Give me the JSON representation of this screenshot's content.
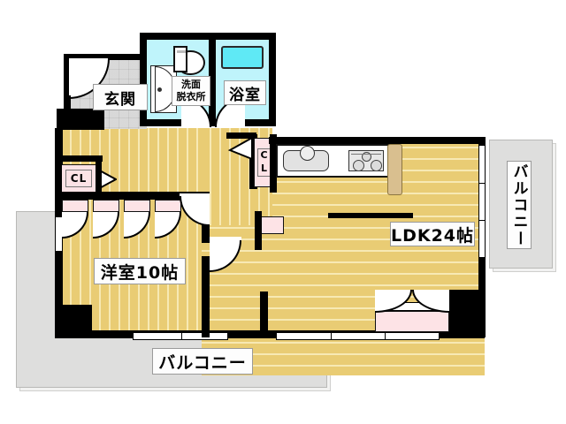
{
  "plan": {
    "type": "real-estate-floor-plan",
    "unit_layout": "1LDK",
    "rooms": [
      {
        "key": "genkan",
        "label": "玄関",
        "romaji": "entrance",
        "floor": "tile"
      },
      {
        "key": "washroom",
        "label": "洗面\n脱衣所",
        "romaji": "washroom-dressing-room",
        "floor": "water"
      },
      {
        "key": "bath",
        "label": "浴室",
        "romaji": "bathroom",
        "floor": "water"
      },
      {
        "key": "bedroom",
        "label": "洋室10帖",
        "romaji": "western-room-10-jo",
        "size_jo": 10,
        "floor": "wood-vertical"
      },
      {
        "key": "ldk",
        "label": "LDK24帖",
        "romaji": "living-dining-kitchen-24-jo",
        "size_jo": 24,
        "floor": "wood-horizontal"
      },
      {
        "key": "balcony_south",
        "label": "バルコニー",
        "romaji": "balcony",
        "orientation": "horizontal"
      },
      {
        "key": "balcony_east",
        "label": "バルコニー",
        "romaji": "balcony",
        "orientation": "vertical"
      }
    ],
    "closets": [
      {
        "key": "cl_bedroom",
        "label": "CL",
        "orientation": "horizontal"
      },
      {
        "key": "cl_hall",
        "label": "CL",
        "orientation": "vertical"
      }
    ],
    "fixtures": [
      {
        "key": "bathtub",
        "name": "bathtub"
      },
      {
        "key": "toilet",
        "name": "toilet"
      },
      {
        "key": "vanity",
        "name": "vanity-mirror"
      },
      {
        "key": "kitchen-sink",
        "name": "kitchen-sink"
      },
      {
        "key": "gas-stove",
        "name": "gas-stove"
      },
      {
        "key": "counter-pillar",
        "name": "counter-pillar"
      }
    ],
    "colors": {
      "wall": "#000000",
      "floor_wood": "#e9cc74",
      "floor_wood_light": "#f7e9b4",
      "closet_pink": "#fde3e6",
      "water_blue": "#bff4fb",
      "tub_blue": "#5fe9f5",
      "balcony_grey": "#dededd",
      "tile_grey": "#ebebeb"
    }
  },
  "labels": {
    "genkan": "玄関",
    "washroom_line1": "洗面",
    "washroom_line2": "脱衣所",
    "bath": "浴室",
    "bedroom": "洋室10帖",
    "ldk": "LDK24帖",
    "balcony_south": "バルコニー",
    "balcony_east": "バルコニー",
    "cl_bedroom": "CL",
    "cl_hall": "CL"
  }
}
